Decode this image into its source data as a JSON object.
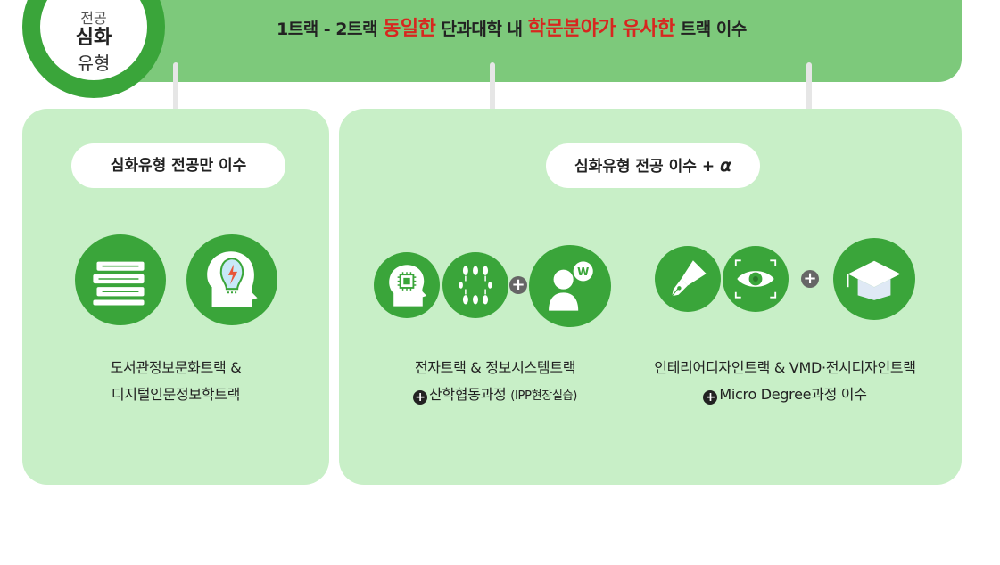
{
  "banner": {
    "text_1": "1트랙 - 2트랙 ",
    "highlight_1": "동일한",
    "text_2": " 단과대학 내 ",
    "highlight_2": "학문분야가 유사한",
    "text_3": " 트랙 이수"
  },
  "badge": {
    "line_1": "전공",
    "line_2": "심화",
    "line_3": "유형"
  },
  "left_card": {
    "pill_label": "심화유형 전공만 이수",
    "icons": [
      "books-icon",
      "idea-head-icon"
    ],
    "caption_line_1": "도서관정보문화트랙 &",
    "caption_line_2": "디지털인문정보학트랙"
  },
  "right_card": {
    "pill_label": "심화유형 전공 이수 + ",
    "pill_alpha": "α",
    "group_1": {
      "icons": [
        "chip-head-icon",
        "circuit-icon",
        "person-speech-icon"
      ],
      "caption_line_1": "전자트랙 & 정보시스템트랙",
      "caption_line_2_prefix": "+",
      "caption_line_2": "산학협동과정 ",
      "caption_line_2_small": "(IPP현장실습)"
    },
    "group_2": {
      "icons": [
        "pen-nib-icon",
        "eye-icon",
        "mortarboard-icon"
      ],
      "caption_line_1": "인테리어디자인트랙 & VMD·전시디자인트랙",
      "caption_line_2_prefix": "+",
      "caption_line_2": "Micro Degree과정 이수"
    },
    "plus_symbol": "+"
  },
  "colors": {
    "banner_green": "#7dc97b",
    "dark_green": "#3aa53a",
    "card_green": "#c8efc7",
    "highlight_red": "#d8261f"
  }
}
